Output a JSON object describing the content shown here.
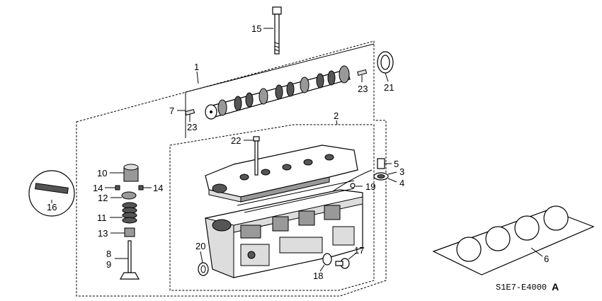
{
  "callouts": {
    "c1": "1",
    "c2": "2",
    "c3": "3",
    "c4": "4",
    "c5": "5",
    "c6": "6",
    "c7": "7",
    "c8": "8",
    "c9": "9",
    "c10": "10",
    "c11": "11",
    "c12": "12",
    "c13": "13",
    "c14a": "14",
    "c14b": "14",
    "c15": "15",
    "c16": "16",
    "c17": "17",
    "c18": "18",
    "c19": "19",
    "c20": "20",
    "c21": "21",
    "c22": "22",
    "c23a": "23",
    "c23b": "23"
  },
  "diagram_code": "S1E7-E4000",
  "diagram_code_suffix": "A"
}
